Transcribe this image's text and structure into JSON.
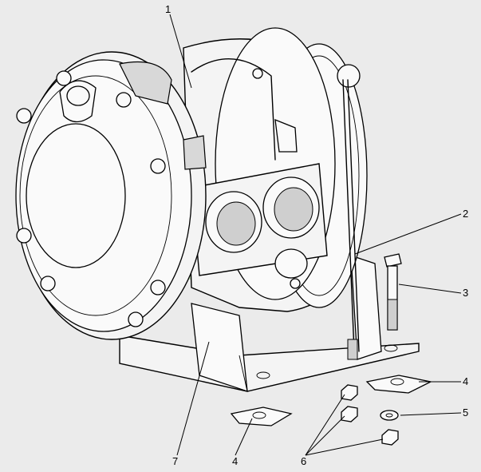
{
  "callouts": [
    {
      "id": "1",
      "label": "1"
    },
    {
      "id": "2",
      "label": "2"
    },
    {
      "id": "3",
      "label": "3"
    },
    {
      "id": "4a",
      "label": "4"
    },
    {
      "id": "5",
      "label": "5"
    },
    {
      "id": "7",
      "label": "7"
    },
    {
      "id": "4b",
      "label": "4"
    },
    {
      "id": "6",
      "label": "6"
    }
  ],
  "colors": {
    "background": "#ebebeb",
    "line": "#000000",
    "watermark": "#9bd087"
  }
}
